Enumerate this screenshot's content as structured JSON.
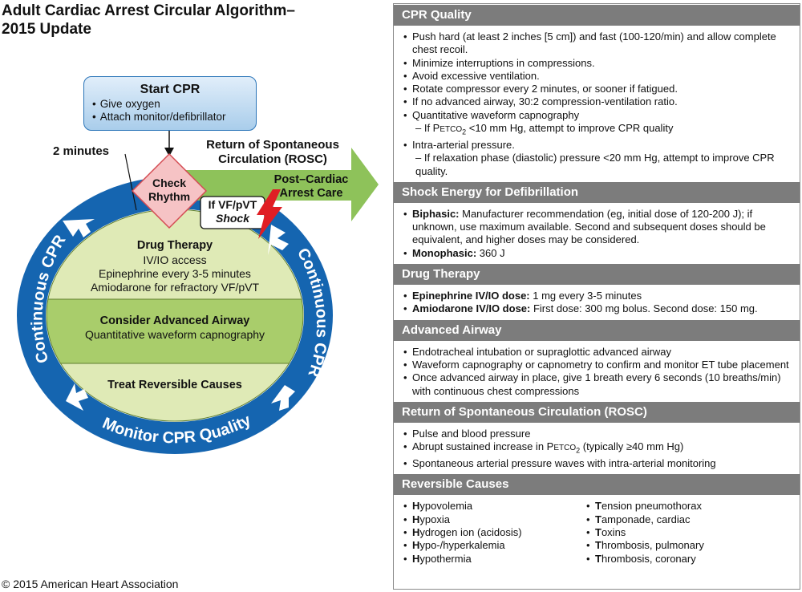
{
  "title_lines": [
    "Adult Cardiac Arrest Circular Algorithm–",
    "2015 Update"
  ],
  "copyright": "© 2015 American Heart Association",
  "diagram": {
    "start_cpr": {
      "heading": "Start CPR",
      "items": [
        "Give oxygen",
        "Attach monitor/defibrillator"
      ]
    },
    "two_minutes": "2 minutes",
    "check_rhythm": [
      "Check",
      "Rhythm"
    ],
    "rosc_label": [
      "Return of Spontaneous",
      "Circulation (ROSC)"
    ],
    "post_arrest": [
      "Post–Cardiac",
      "Arrest Care"
    ],
    "shock": [
      "If VF/pVT",
      "Shock"
    ],
    "drug_therapy": {
      "heading": "Drug Therapy",
      "lines": [
        "IV/IO access",
        "Epinephrine every 3-5 minutes",
        "Amiodarone for refractory VF/pVT"
      ]
    },
    "advanced_airway": {
      "heading": "Consider Advanced Airway",
      "line": "Quantitative waveform capnography"
    },
    "reversible": "Treat Reversible Causes",
    "ring_left": "Continuous CPR",
    "ring_right": "Continuous CPR",
    "ring_bottom": "Monitor CPR Quality",
    "colors": {
      "ring": "#1565b0",
      "inner_light": "#dfeab6",
      "inner_mid": "#a9cd6b",
      "arrow_green": "#8ec25a",
      "diamond": "#f6c3c5",
      "lightning": "#e01e24"
    }
  },
  "panel": {
    "cpr_quality": {
      "heading": "CPR Quality",
      "items": [
        "Push hard (at least 2 inches [5 cm]) and fast (100-120/min) and allow complete chest recoil.",
        "Minimize interruptions in compressions.",
        "Avoid excessive ventilation.",
        "Rotate compressor every 2 minutes, or sooner if fatigued.",
        "If no advanced airway, 30:2 compression-ventilation ratio.",
        "Quantitative waveform capnography"
      ],
      "sub1_pre": "– If P",
      "sub1_etco": "ETCO",
      "sub1_two": "2",
      "sub1_post": " <10 mm Hg, attempt to improve CPR quality",
      "item7": "Intra-arterial pressure.",
      "sub2": "– If relaxation phase (diastolic) pressure <20 mm Hg, attempt to improve CPR quality."
    },
    "shock_energy": {
      "heading": "Shock Energy for Defibrillation",
      "biphasic_label": "Biphasic:",
      "biphasic_text": " Manufacturer recommendation (eg, initial dose of 120-200 J); if unknown, use maximum available. Second and subsequent doses should be equivalent, and higher doses may be considered.",
      "monophasic_label": "Monophasic:",
      "monophasic_text": " 360 J"
    },
    "drug": {
      "heading": "Drug Therapy",
      "epi_label": "Epinephrine IV/IO dose:",
      "epi_text": " 1 mg every 3-5 minutes",
      "amio_label": "Amiodarone IV/IO dose:",
      "amio_text": " First dose: 300 mg bolus. Second dose: 150 mg."
    },
    "airway": {
      "heading": "Advanced Airway",
      "items": [
        "Endotracheal intubation or supraglottic advanced airway",
        "Waveform capnography or capnometry to confirm and monitor ET tube placement",
        "Once advanced airway in place, give 1 breath every 6 seconds (10 breaths/min) with continuous chest compressions"
      ]
    },
    "rosc": {
      "heading": "Return of Spontaneous Circulation (ROSC)",
      "item1": "Pulse and blood pressure",
      "item2_pre": "Abrupt sustained increase in P",
      "item2_etco": "ETCO",
      "item2_two": "2",
      "item2_post": " (typically ≥40 mm Hg)",
      "item3": "Spontaneous arterial pressure waves with intra-arterial monitoring"
    },
    "reversible": {
      "heading": "Reversible Causes",
      "h_causes": [
        {
          "init": "H",
          "rest": "ypovolemia"
        },
        {
          "init": "H",
          "rest": "ypoxia"
        },
        {
          "init": "H",
          "rest": "ydrogen ion (acidosis)"
        },
        {
          "init": "H",
          "rest": "ypo-/hyperkalemia"
        },
        {
          "init": "H",
          "rest": "ypothermia"
        }
      ],
      "t_causes": [
        {
          "init": "T",
          "rest": "ension pneumothorax"
        },
        {
          "init": "T",
          "rest": "amponade, cardiac"
        },
        {
          "init": "T",
          "rest": "oxins"
        },
        {
          "init": "T",
          "rest": "hrombosis, pulmonary"
        },
        {
          "init": "T",
          "rest": "hrombosis, coronary"
        }
      ]
    }
  }
}
